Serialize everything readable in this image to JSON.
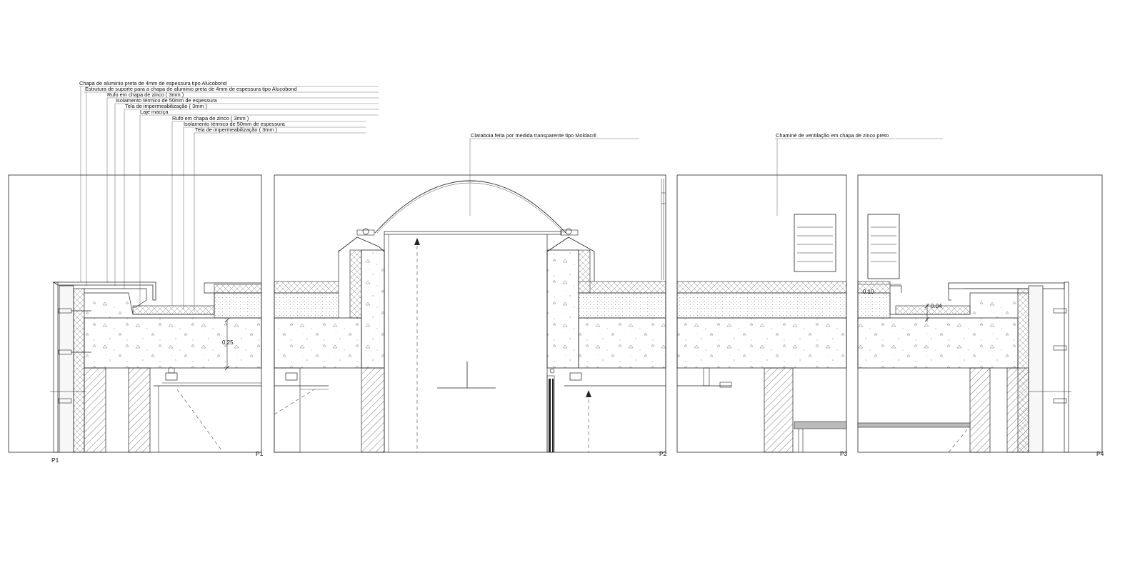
{
  "annotations_left": [
    "Chapa de aluminio preta de 4mm de espessura tipo Alucobond",
    "Estrutura de suporte para a chapa de aluminio preta de 4mm de espessura tipo Alucobond",
    "Rufo em chapa de zinco ( 3mm )",
    "Isolamento térmico de 50mm de espessura",
    "Tela de impermeabilização ( 3mm )",
    "Laje maciça",
    "Rufo em chapa de zinco ( 3mm )",
    "Isolamento térmico de 50mm de espessura",
    "Tela de impermeabilização ( 3mm )"
  ],
  "annotation_skylight": "Claraboia feita por medida transparente tipo Moldacril",
  "annotation_chimney": "Chaminé de ventilação em chapa de zinco preto",
  "dimensions": {
    "slab": "0.25",
    "upstand": "0.10",
    "gap": "0.04"
  },
  "panel_labels": [
    "P1",
    "P1",
    "P2",
    "P3",
    "P4"
  ],
  "colors": {
    "line": "#1a1a1a",
    "fine": "#555555",
    "hatch": "#444444",
    "background": "#ffffff"
  }
}
